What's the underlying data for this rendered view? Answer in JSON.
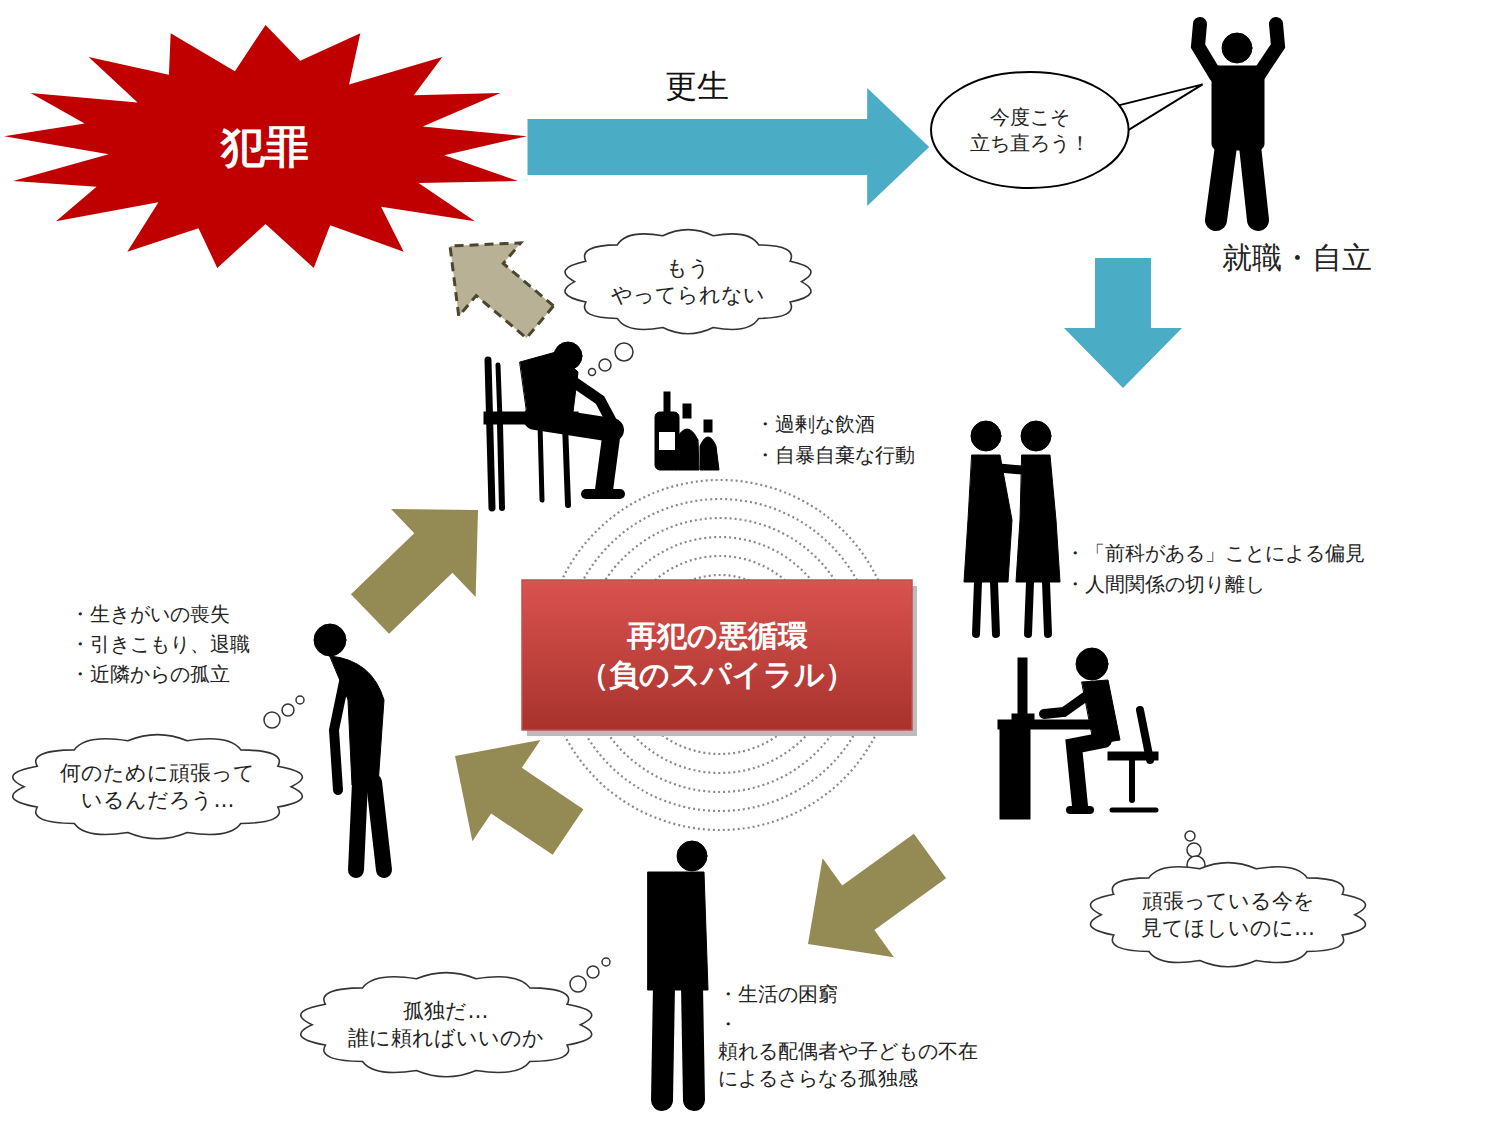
{
  "diagram": {
    "nodes": [
      {
        "text": [
          "犯罪"
        ]
      },
      {
        "text": [
          "今度こそ 立ち直ろう！"
        ]
      },
      {
        "text": [
          "もう やってられない"
        ]
      },
      {
        "text": [
          "再犯の悪循環 （負のスパイラル）"
        ]
      },
      {
        "text": [
          "何のために頑張って いるんだろう…"
        ]
      },
      {
        "text": [
          "頑張っている今を 見てほしいのに…"
        ]
      },
      {
        "text": [
          "孤独だ… 誰に頼ればいいのか"
        ]
      }
    ],
    "edges": [
      {
        "from": 0,
        "to": 1,
        "arrow": "to",
        "label": "更生"
      }
    ],
    "labels": [
      "就職・自立",
      "・過剰な飲酒",
      "・自暴自棄な行動",
      "・「前科がある」ことによる偏見",
      "・人間関係の切り離し",
      "・生活の困窮",
      "・頼れる配偶者や子どもの不在 によるさらなる孤独感",
      "・生きがいの喪失",
      "・引きこもり、退職",
      "・近隣からの孤立"
    ]
  }
}
